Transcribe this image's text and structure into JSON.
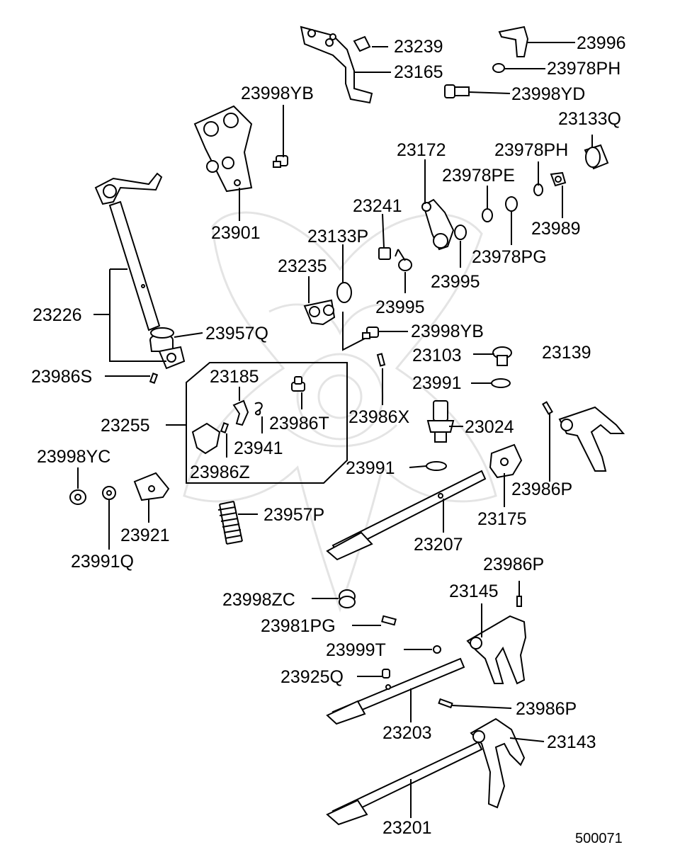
{
  "labels": {
    "p23239": "23239",
    "p23996": "23996",
    "p23165": "23165",
    "p23978PH_a": "23978PH",
    "p23998YB_a": "23998YB",
    "p23998YD": "23998YD",
    "p23133Q": "23133Q",
    "p23172": "23172",
    "p23978PH_b": "23978PH",
    "p23978PE": "23978PE",
    "p23241": "23241",
    "p23901": "23901",
    "p23989": "23989",
    "p23133P": "23133P",
    "p23978PG": "23978PG",
    "p23235": "23235",
    "p23995_a": "23995",
    "p23995_b": "23995",
    "p23226": "23226",
    "p23957Q": "23957Q",
    "p23998YB_b": "23998YB",
    "p23103": "23103",
    "p23139": "23139",
    "p23986S": "23986S",
    "p23185": "23185",
    "p23991_a": "23991",
    "p23255": "23255",
    "p23986T": "23986T",
    "p23986X": "23986X",
    "p23024": "23024",
    "p23941": "23941",
    "p23998YC": "23998YC",
    "p23986Z": "23986Z",
    "p23991_b": "23991",
    "p23986P_a": "23986P",
    "p23921": "23921",
    "p23957P": "23957P",
    "p23175": "23175",
    "p23991Q": "23991Q",
    "p23207": "23207",
    "p23986P_b": "23986P",
    "p23145": "23145",
    "p23998ZC": "23998ZC",
    "p23981PG": "23981PG",
    "p23999T": "23999T",
    "p23925Q": "23925Q",
    "p23986P_c": "23986P",
    "p23203": "23203",
    "p23143": "23143",
    "p23201": "23201"
  },
  "diagram_ref": "500071"
}
